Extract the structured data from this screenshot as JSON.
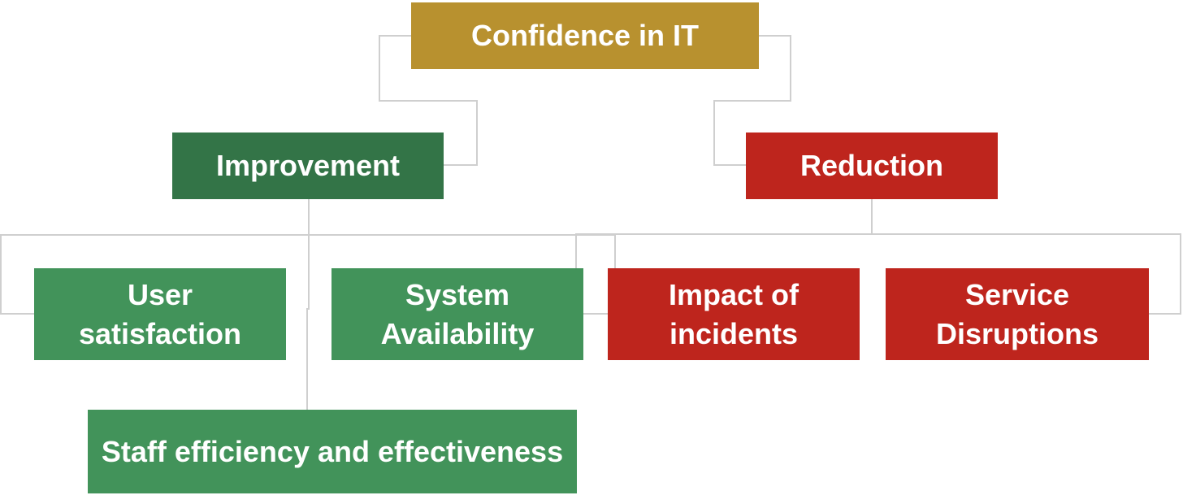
{
  "colors": {
    "root": "#B8912F",
    "improvement": "#337447",
    "improvement_child": "#42935A",
    "reduction": "#BE251D",
    "connector": "#CFCFCF"
  },
  "nodes": {
    "root": "Confidence in IT",
    "improvement": "Improvement",
    "reduction": "Reduction",
    "user_satisfaction": "User satisfaction",
    "system_availability": "System Availability",
    "impact_of_incidents": "Impact of incidents",
    "service_disruptions": "Service Disruptions",
    "staff_efficiency": "Staff efficiency and effectiveness"
  }
}
